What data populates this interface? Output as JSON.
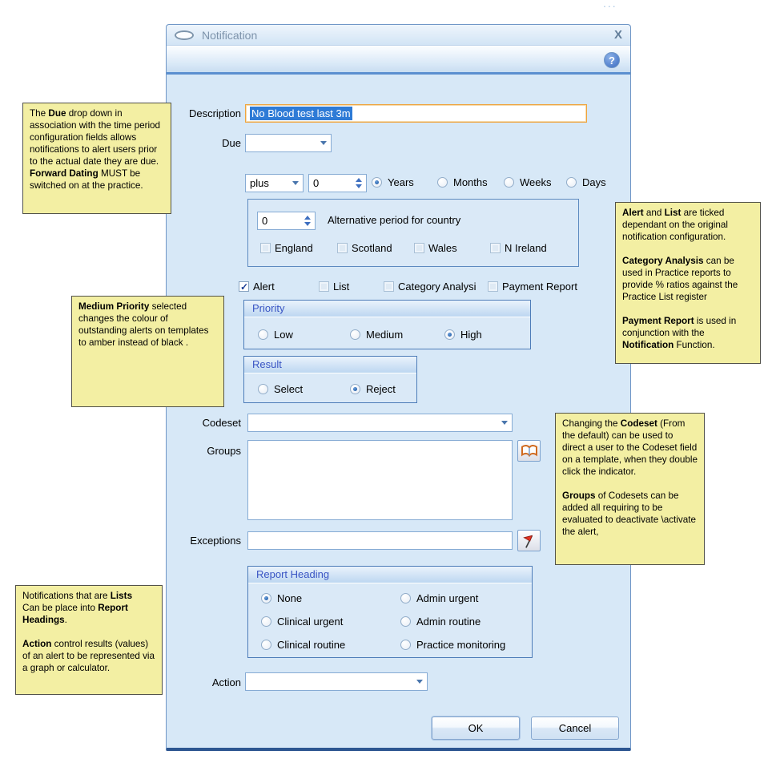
{
  "window": {
    "title": "Notification",
    "close_glyph": "×",
    "help_glyph": "?"
  },
  "form": {
    "description": {
      "label": "Description",
      "value": "No Blood test last 3m"
    },
    "due": {
      "label": "Due",
      "value": ""
    },
    "period": {
      "mode": "plus",
      "amount": "0",
      "units": [
        {
          "label": "Years",
          "selected": true
        },
        {
          "label": "Months",
          "selected": false
        },
        {
          "label": "Weeks",
          "selected": false
        },
        {
          "label": "Days",
          "selected": false
        }
      ]
    },
    "alt_period": {
      "amount": "0",
      "label": "Alternative period for country",
      "countries": [
        {
          "label": "England",
          "checked": false
        },
        {
          "label": "Scotland",
          "checked": false
        },
        {
          "label": "Wales",
          "checked": false
        },
        {
          "label": "N Ireland",
          "checked": false
        }
      ]
    },
    "flags": [
      {
        "label": "Alert",
        "checked": true
      },
      {
        "label": "List",
        "checked": false
      },
      {
        "label": "Category Analysi",
        "checked": false
      },
      {
        "label": "Payment Report",
        "checked": false
      }
    ],
    "priority": {
      "title": "Priority",
      "options": [
        {
          "label": "Low",
          "selected": false
        },
        {
          "label": "Medium",
          "selected": false
        },
        {
          "label": "High",
          "selected": true
        }
      ]
    },
    "result": {
      "title": "Result",
      "options": [
        {
          "label": "Select",
          "selected": false
        },
        {
          "label": "Reject",
          "selected": true
        }
      ]
    },
    "codeset": {
      "label": "Codeset",
      "value": ""
    },
    "groups": {
      "label": "Groups",
      "value": ""
    },
    "exceptions": {
      "label": "Exceptions",
      "value": ""
    },
    "report_heading": {
      "title": "Report Heading",
      "options": [
        {
          "label": "None",
          "selected": true
        },
        {
          "label": "Clinical urgent",
          "selected": false
        },
        {
          "label": "Clinical routine",
          "selected": false
        },
        {
          "label": "Admin urgent",
          "selected": false
        },
        {
          "label": "Admin routine",
          "selected": false
        },
        {
          "label": "Practice monitoring",
          "selected": false
        }
      ]
    },
    "action": {
      "label": "Action",
      "value": ""
    },
    "buttons": {
      "ok": "OK",
      "cancel": "Cancel"
    }
  },
  "notes": {
    "due": {
      "segments": [
        {
          "t": "The "
        },
        {
          "t": "Due",
          "b": true
        },
        {
          "t": " drop down in association with the time period configuration fields allows notifications to alert users prior to the actual date they are due.\n"
        },
        {
          "t": "Forward Dating",
          "b": true
        },
        {
          "t": " MUST be switched on at the practice."
        }
      ]
    },
    "ticks": {
      "segments": [
        {
          "t": "Alert",
          "b": true
        },
        {
          "t": " and "
        },
        {
          "t": "List",
          "b": true
        },
        {
          "t": " are ticked dependant on the original notification configuration.\n\n"
        },
        {
          "t": "Category Analysis",
          "b": true
        },
        {
          "t": " can be used in Practice reports to provide % ratios against the Practice List register\n\n"
        },
        {
          "t": "Payment Report",
          "b": true
        },
        {
          "t": " is used in conjunction with the "
        },
        {
          "t": "Notification",
          "b": true
        },
        {
          "t": " Function."
        }
      ]
    },
    "priority": {
      "segments": [
        {
          "t": "Medium Priority",
          "b": true
        },
        {
          "t": " selected changes the colour of outstanding alerts on templates to amber instead of black ."
        }
      ]
    },
    "codeset": {
      "segments": [
        {
          "t": "Changing the "
        },
        {
          "t": "Codeset",
          "b": true
        },
        {
          "t": " (From the default) can be used to direct a user to the Codeset field on a template, when they double click the indicator.\n\n"
        },
        {
          "t": "Groups",
          "b": true
        },
        {
          "t": " of Codesets can be added all requiring to be evaluated to deactivate \\activate the alert,"
        }
      ]
    },
    "lists": {
      "segments": [
        {
          "t": "Notifications that are "
        },
        {
          "t": "Lists",
          "b": true
        },
        {
          "t": "\nCan be place into "
        },
        {
          "t": "Report Headings",
          "b": true
        },
        {
          "t": ".\n\n"
        },
        {
          "t": "Action",
          "b": true
        },
        {
          "t": " control results (values) of an alert to be represented via a graph or calculator."
        }
      ]
    }
  },
  "colors": {
    "dialog_bg": "#d7e8f7",
    "selection_blue": "#2e7bd6",
    "focus_orange": "#efa43e",
    "note_bg": "#f3efa3",
    "group_header_text": "#3a55c4",
    "toolbar_rule_blue": "#5a8fd0"
  }
}
